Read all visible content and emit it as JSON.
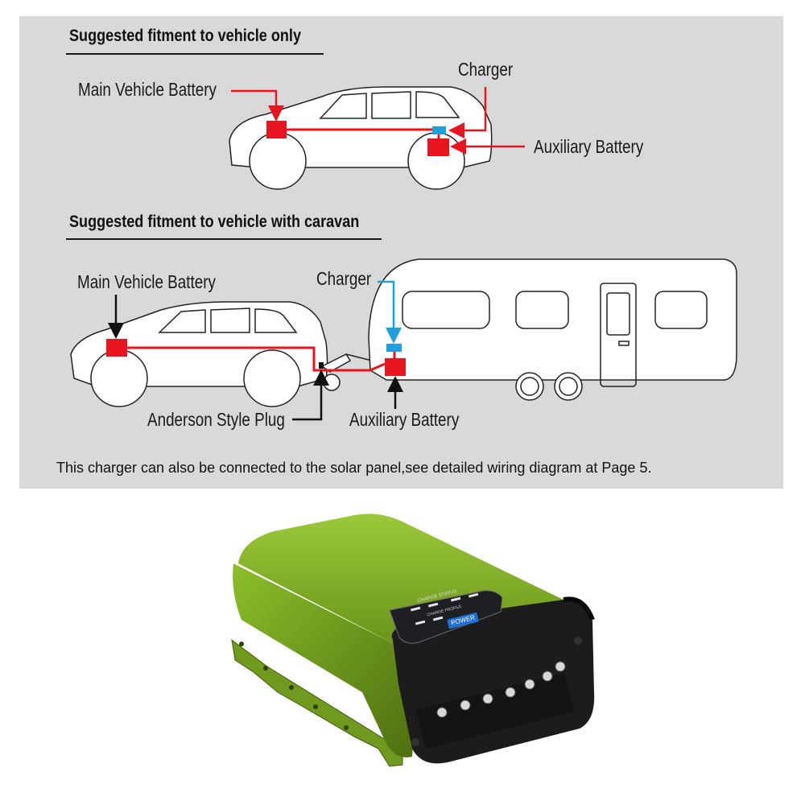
{
  "section1": {
    "heading": "Suggested fitment to vehicle only",
    "labels": {
      "main_battery": "Main Vehicle Battery",
      "charger": "Charger",
      "aux_battery": "Auxiliary Battery"
    }
  },
  "section2": {
    "heading": "Suggested fitment to vehicle with caravan",
    "labels": {
      "main_battery": "Main Vehicle Battery",
      "charger": "Charger",
      "anderson_plug": "Anderson Style Plug",
      "aux_battery": "Auxiliary Battery"
    }
  },
  "note": "This charger can also be connected to the solar panel,see detailed wiring diagram at Page 5.",
  "device": {
    "panel_title": "CHARGE STATUS",
    "panel_subtitle": "CHARGE PROFILE",
    "power_label": "POWER"
  },
  "colors": {
    "panel_bg": "#d9d9d9",
    "wire_red": "#e8141e",
    "charger_blue": "#1ea0dc",
    "device_green": "#6f9a1e"
  }
}
